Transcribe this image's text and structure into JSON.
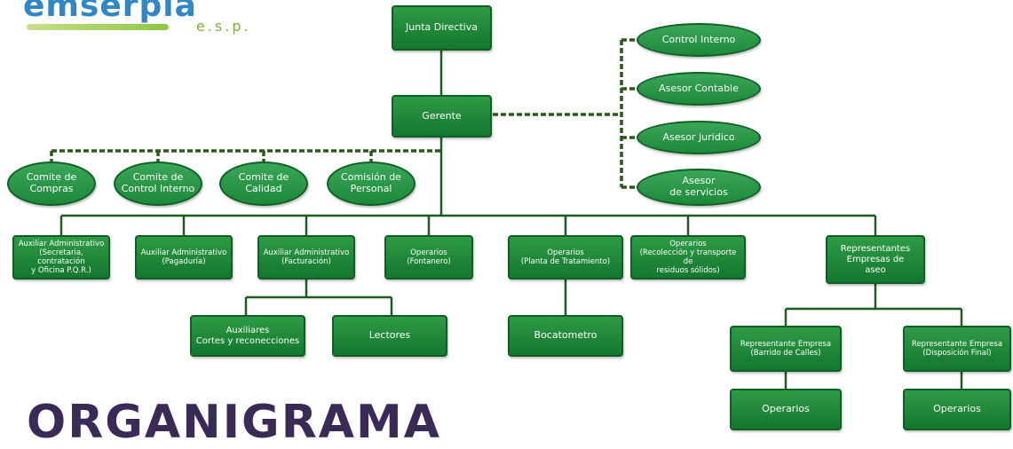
{
  "logo": {
    "brand": "emserpia",
    "suffix": "e.s.p."
  },
  "title": "ORGANIGRAMA",
  "colors": {
    "box": "#1a7f35",
    "box_border": "#0f5e24",
    "line": "#1f5a1f",
    "title": "#3a2a57",
    "logo": "#2f87c6",
    "logo_accent": "#8cc63f"
  },
  "nodes": {
    "junta": "Junta Directiva",
    "gerente": "Gerente",
    "control_interno": "Control Interno",
    "asesor_contable": "Asesor Contable",
    "asesor_juridico": "Asesor Juridico",
    "asesor_servicios": "Asesor\nde servicios",
    "comite_compras": "Comite de\nCompras",
    "comite_control": "Comite de\nControl Interno",
    "comite_calidad": "Comite de\nCalidad",
    "comision_personal": "Comisión de\nPersonal",
    "aux_secretaria": "Auxiliar Administrativo\n(Secretaria, contratación\ny Oficina P.Q.R.)",
    "aux_pagaduria": "Auxiliar Administrativo\n(Pagaduría)",
    "aux_facturacion": "Auxiliar Administrativo\n(Facturación)",
    "op_fontanero": "Operarios\n(Fontanero)",
    "op_planta": "Operarios\n(Planta de Tratamiento)",
    "op_recoleccion": "Operarios\n(Recolección y transporte de\nresiduos sólidos)",
    "representantes": "Representantes\nEmpresas de\naseo",
    "aux_cortes": "Auxiliares\nCortes y reconecciones",
    "lectores": "Lectores",
    "bocatometro": "Bocatometro",
    "rep_barrido": "Representante Empresa\n(Barrido de Calles)",
    "rep_disposicion": "Representante Empresa\n(Disposición Final)",
    "operarios_1": "Operarios",
    "operarios_2": "Operarios"
  }
}
